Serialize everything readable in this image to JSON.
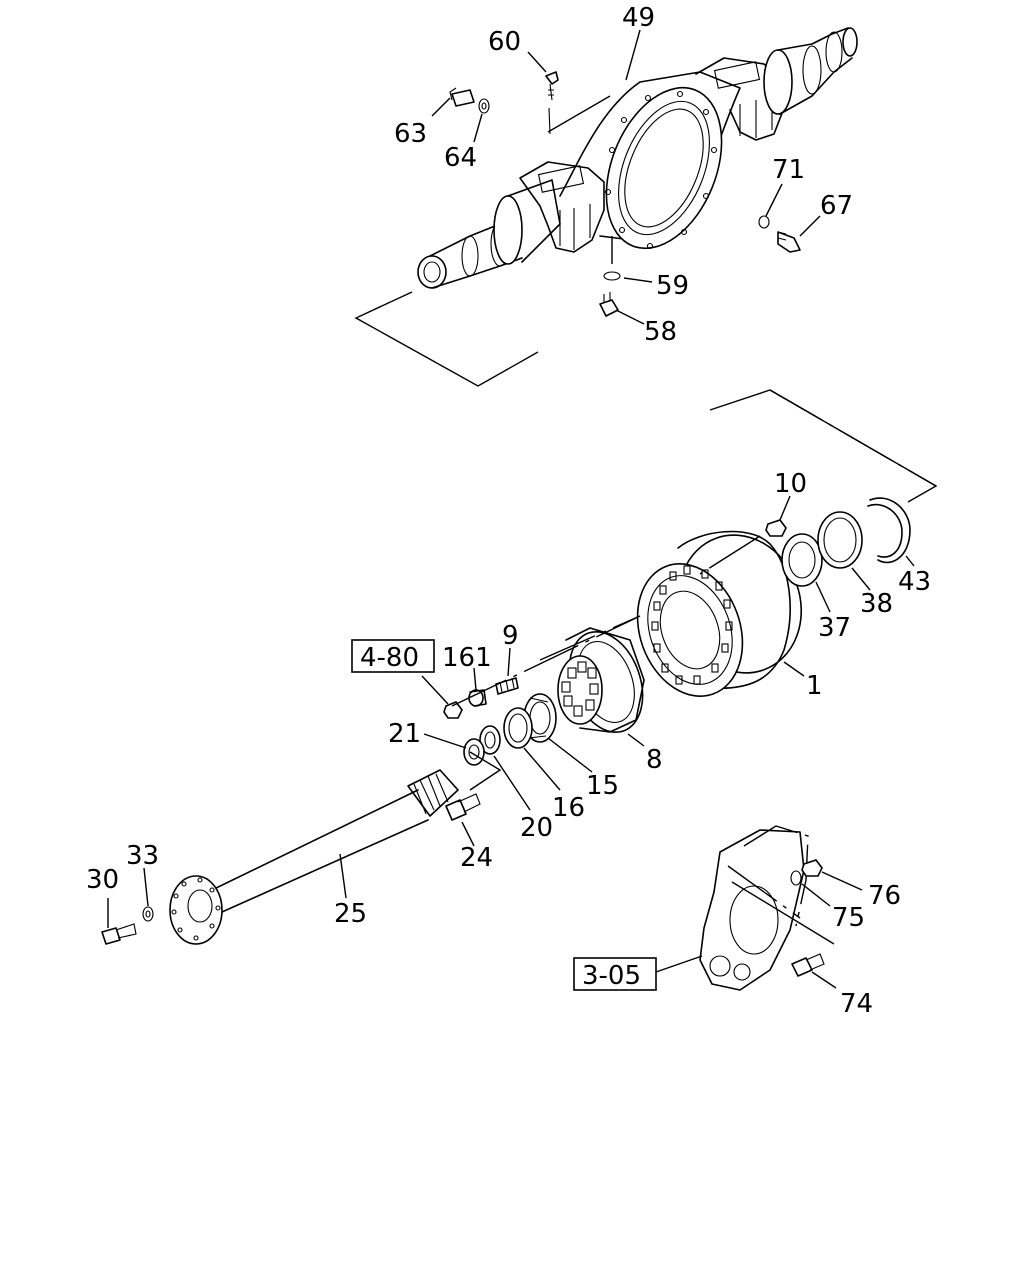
{
  "labels": {
    "p49": "49",
    "p60": "60",
    "p63": "63",
    "p64": "64",
    "p71": "71",
    "p67": "67",
    "p59": "59",
    "p58": "58",
    "p10": "10",
    "p43": "43",
    "p38": "38",
    "p37": "37",
    "p1": "1",
    "p9": "9",
    "p161": "161",
    "p21": "21",
    "p8": "8",
    "p15": "15",
    "p16": "16",
    "p20": "20",
    "p24": "24",
    "p25": "25",
    "p30": "30",
    "p33": "33",
    "p76": "76",
    "p75": "75",
    "p74": "74"
  },
  "references": {
    "ref_4_80": "4-80",
    "ref_3_05": "3-05"
  }
}
